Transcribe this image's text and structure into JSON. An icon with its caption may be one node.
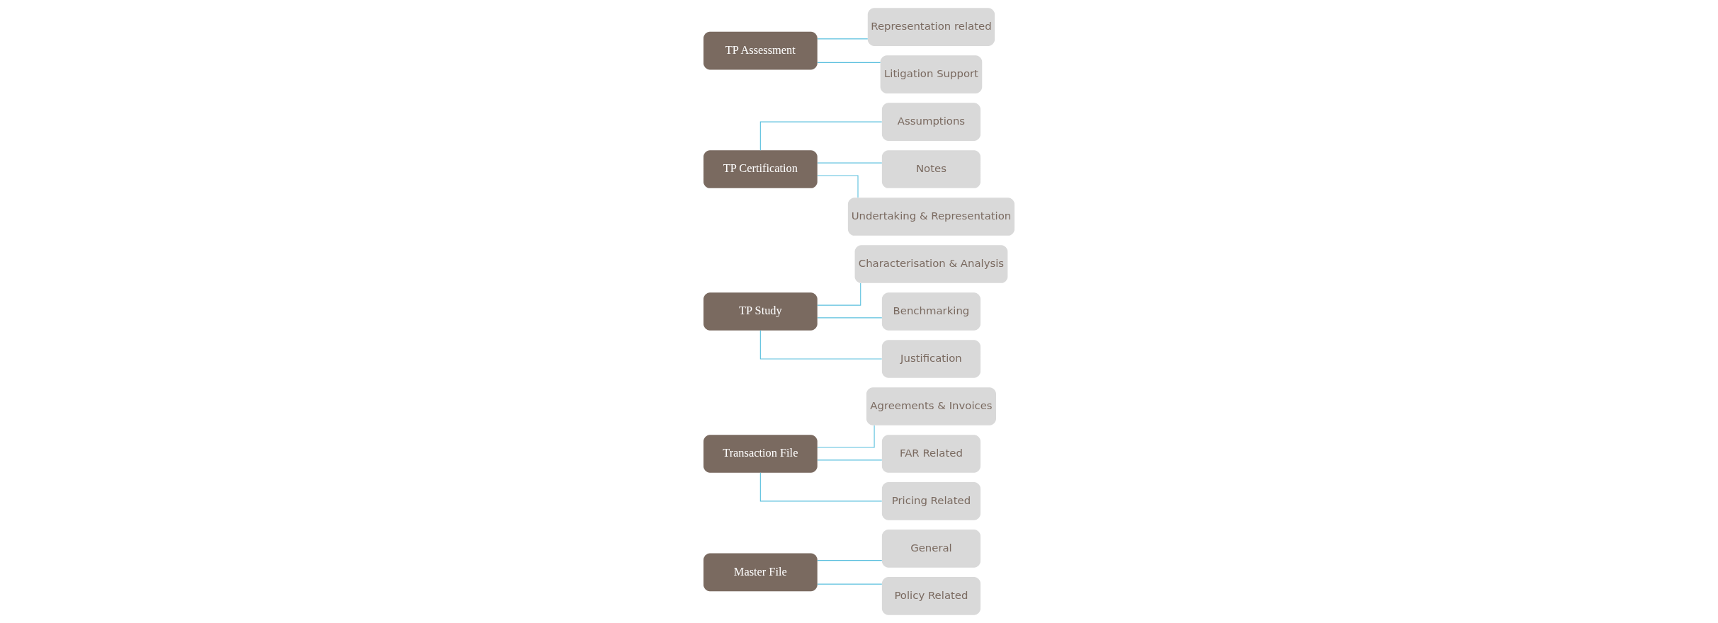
{
  "diagram": {
    "nodes": [
      {
        "text": [
          "Master File"
        ]
      },
      {
        "text": [
          "General"
        ]
      },
      {
        "text": [
          "Policy Related"
        ]
      },
      {
        "text": [
          "Transaction File"
        ]
      },
      {
        "text": [
          "Agreements & Invoices"
        ]
      },
      {
        "text": [
          "FAR Related"
        ]
      },
      {
        "text": [
          "Pricing Related"
        ]
      },
      {
        "text": [
          "TP Study"
        ]
      },
      {
        "text": [
          "Characterisation & Analysis"
        ]
      },
      {
        "text": [
          "Benchmarking"
        ]
      },
      {
        "text": [
          "Justification"
        ]
      },
      {
        "text": [
          "TP Certification"
        ]
      },
      {
        "text": [
          "Assumptions"
        ]
      },
      {
        "text": [
          "Notes"
        ]
      },
      {
        "text": [
          "Undertaking & Representation"
        ]
      },
      {
        "text": [
          "TP Assessment"
        ]
      },
      {
        "text": [
          "Representation related"
        ]
      },
      {
        "text": [
          "Litigation Support"
        ]
      }
    ],
    "edges": [
      {
        "from": 0,
        "to": 1,
        "arrow": "none"
      },
      {
        "from": 0,
        "to": 2,
        "arrow": "none"
      },
      {
        "from": 3,
        "to": 4,
        "arrow": "none"
      },
      {
        "from": 3,
        "to": 5,
        "arrow": "none"
      },
      {
        "from": 3,
        "to": 6,
        "arrow": "none"
      },
      {
        "from": 7,
        "to": 8,
        "arrow": "none"
      },
      {
        "from": 7,
        "to": 9,
        "arrow": "none"
      },
      {
        "from": 7,
        "to": 10,
        "arrow": "none"
      },
      {
        "from": 11,
        "to": 12,
        "arrow": "none"
      },
      {
        "from": 11,
        "to": 13,
        "arrow": "none"
      },
      {
        "from": 11,
        "to": 14,
        "arrow": "none"
      },
      {
        "from": 15,
        "to": 16,
        "arrow": "none"
      },
      {
        "from": 15,
        "to": 17,
        "arrow": "none"
      }
    ]
  }
}
